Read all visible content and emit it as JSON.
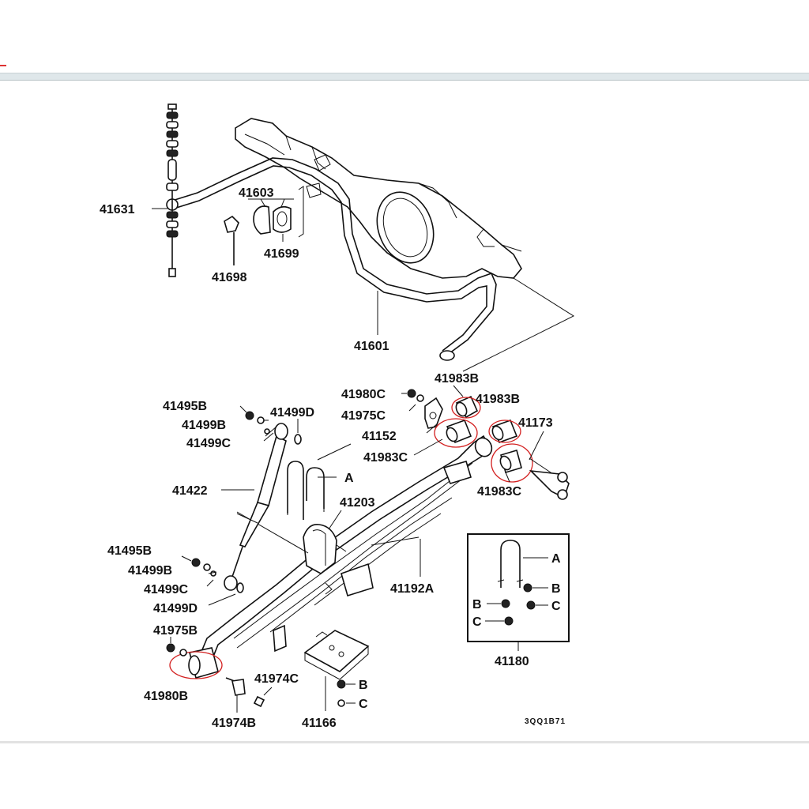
{
  "labels": {
    "p41631": "41631",
    "p41603": "41603",
    "p41699": "41699",
    "p41698": "41698",
    "p41601": "41601",
    "p41983B_top": "41983B",
    "p41980C": "41980C",
    "p41983B_right": "41983B",
    "p41975C": "41975C",
    "p41173": "41173",
    "p41152": "41152",
    "p41983C_left": "41983C",
    "p41983C_right": "41983C",
    "p41495B_top": "41495B",
    "p41499D_top": "41499D",
    "p41499B_top": "41499B",
    "p41499C_top": "41499C",
    "p41422": "41422",
    "letterA_ubolt": "A",
    "p41203": "41203",
    "p41495B_bot": "41495B",
    "p41499B_bot": "41499B",
    "p41499C_bot": "41499C",
    "p41499D_bot": "41499D",
    "p41192A": "41192A",
    "p41975B": "41975B",
    "p41980B": "41980B",
    "p41974C": "41974C",
    "p41974B": "41974B",
    "p41166": "41166",
    "letterB_plate": "B",
    "letterC_plate": "C",
    "kitA": "A",
    "kitB1": "B",
    "kitB2": "B",
    "kitC1": "C",
    "kitC2": "C",
    "p41180": "41180",
    "drawing_code": "3QQ1B71"
  },
  "colors": {
    "line": "#111111",
    "highlight_circle": "#d32020",
    "header_band": "#dfe7ea"
  }
}
